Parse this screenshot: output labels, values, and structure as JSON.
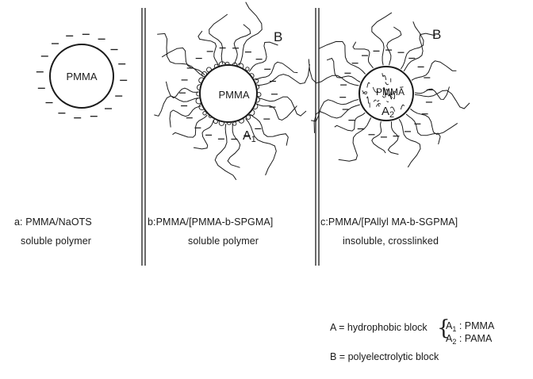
{
  "panels": [
    {
      "id": "a",
      "core_label": "PMMA",
      "caption": "a: PMMA/NaOTS",
      "description": "soluble polymer"
    },
    {
      "id": "b",
      "core_label": "PMMA",
      "anchor_label": "A1",
      "chain_label": "B",
      "caption": "b:PMMA/[PMMA-b-SPGMA]",
      "description": "soluble polymer"
    },
    {
      "id": "c",
      "core_label": "PMMA",
      "anchor_label": "A2",
      "chain_label": "B",
      "caption": "c:PMMA/[PAllyl MA-b-SGPMA]",
      "description": "insoluble, crosslinked"
    }
  ],
  "legend": {
    "a_def": "A = hydrophobic block",
    "a1": "A1 : PMMA",
    "a2": "A2 : PAMA",
    "b_def": "B = polyelectrolytic block"
  },
  "colors": {
    "ink": "#1a1a1a",
    "background": "#ffffff"
  }
}
